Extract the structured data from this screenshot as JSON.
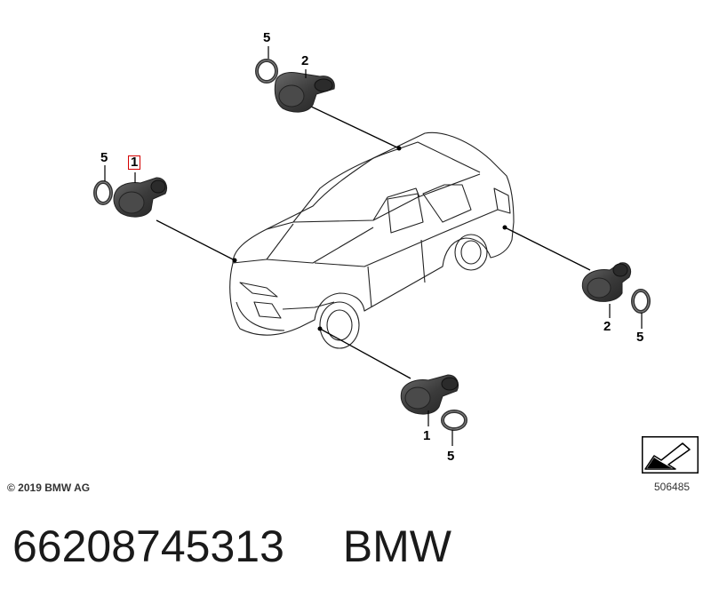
{
  "diagram": {
    "callouts": [
      {
        "id": "top-ring",
        "text": "5"
      },
      {
        "id": "top-sensor",
        "text": "2"
      },
      {
        "id": "left-ring",
        "text": "5"
      },
      {
        "id": "left-sensor",
        "text": "1",
        "highlighted": true
      },
      {
        "id": "right-sensor",
        "text": "2"
      },
      {
        "id": "right-ring",
        "text": "5"
      },
      {
        "id": "bottom-sensor",
        "text": "1"
      },
      {
        "id": "bottom-ring",
        "text": "5"
      }
    ],
    "copyright": "© 2019 BMW AG",
    "drawing_number": "506485",
    "colors": {
      "highlight": "#d40000",
      "sensor": "#3a3a3a",
      "line": "#000000"
    }
  },
  "footer": {
    "part_number": "66208745313",
    "brand": "BMW"
  }
}
